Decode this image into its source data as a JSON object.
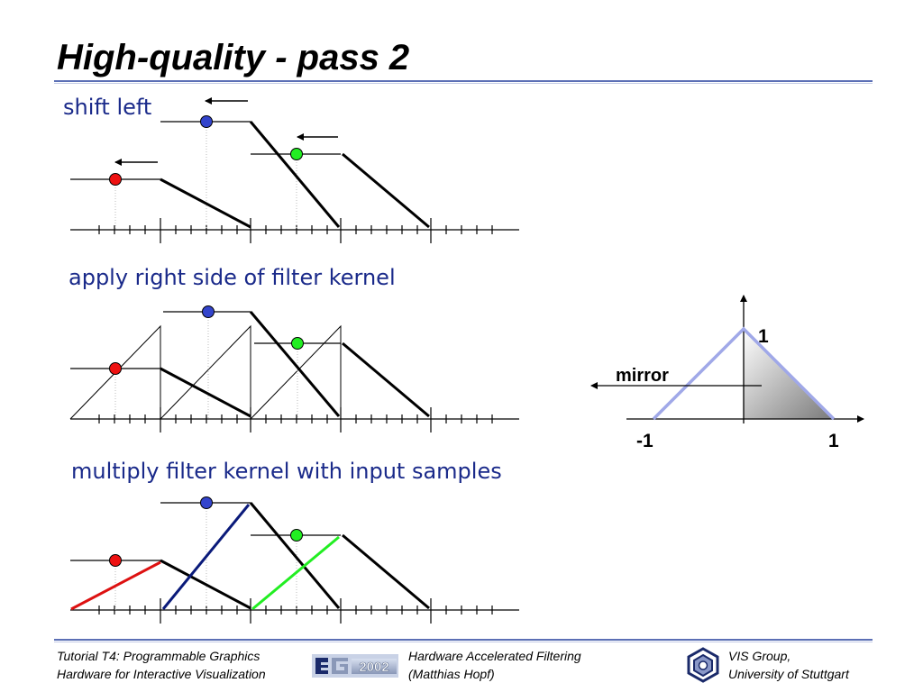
{
  "slide": {
    "title": "High-quality - pass 2"
  },
  "sections": [
    {
      "label": "shift left"
    },
    {
      "label": "apply right side of filter kernel"
    },
    {
      "label": "multiply filter kernel with input samples"
    }
  ],
  "kernel": {
    "mirror_label": "mirror",
    "peak_label": "1",
    "left_label": "-1",
    "right_label": "1"
  },
  "footer": {
    "left_line1": "Tutorial T4: Programmable Graphics",
    "left_line2": "Hardware for Interactive Visualization",
    "mid_line1": "Hardware Accelerated Filtering",
    "mid_line2": "(Matthias Hopf)",
    "right_line1": "VIS Group,",
    "right_line2": "University of Stuttgart",
    "logo_text": "2002"
  },
  "colors": {
    "title": "#000000",
    "label": "#1a2a8a",
    "rule": "#5b6fb5",
    "sample_red": "#ee1111",
    "sample_blue": "#3344cc",
    "sample_green": "#22ee22",
    "product_red": "#dd1111",
    "product_navy": "#0a1a7a",
    "product_green": "#22ee22",
    "kernel_edge": "#a0a8e8"
  }
}
